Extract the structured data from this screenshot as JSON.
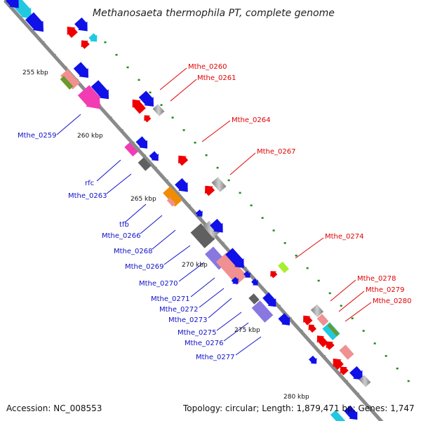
{
  "title": "Methanosaeta thermophila PT, complete genome",
  "footer": {
    "accession": "Accession: NC_008553",
    "summary": "Topology: circular; Length: 1,879,471 bp; Genes: 1,747"
  },
  "ruler_labels": [
    "255 kbp",
    "260 kbp",
    "265 kbp",
    "270 kbp",
    "275 kbp",
    "280 kbp"
  ],
  "gene_labels_right": [
    "Mthe_0260",
    "Mthe_0261",
    "Mthe_0264",
    "Mthe_0267",
    "Mthe_0274",
    "Mthe_0278",
    "Mthe_0279",
    "Mthe_0280"
  ],
  "gene_labels_left": [
    "Mthe_0259",
    "rfc",
    "Mthe_0263",
    "tfb",
    "Mthe_0266",
    "Mthe_0268",
    "Mthe_0269",
    "Mthe_0270",
    "Mthe_0271",
    "Mthe_0272",
    "Mthe_0273",
    "Mthe_0275",
    "Mthe_0276",
    "Mthe_0277"
  ],
  "colors": {
    "backbone": "#8a8a8a",
    "label_right": "#e00000",
    "label_left": "#1010c8",
    "tick": "#1a8a1a",
    "blue": "#1010e8",
    "red": "#ee0000",
    "cyan": "#22c8e0",
    "pink": "#f23cb4",
    "salmon": "#f09090",
    "gray_dark": "#606060",
    "gray_light": "#c0c0c0",
    "orange": "#f08c00",
    "lavender": "#8878e0",
    "lime": "#a8ee30",
    "olive": "#6a9a2a"
  }
}
